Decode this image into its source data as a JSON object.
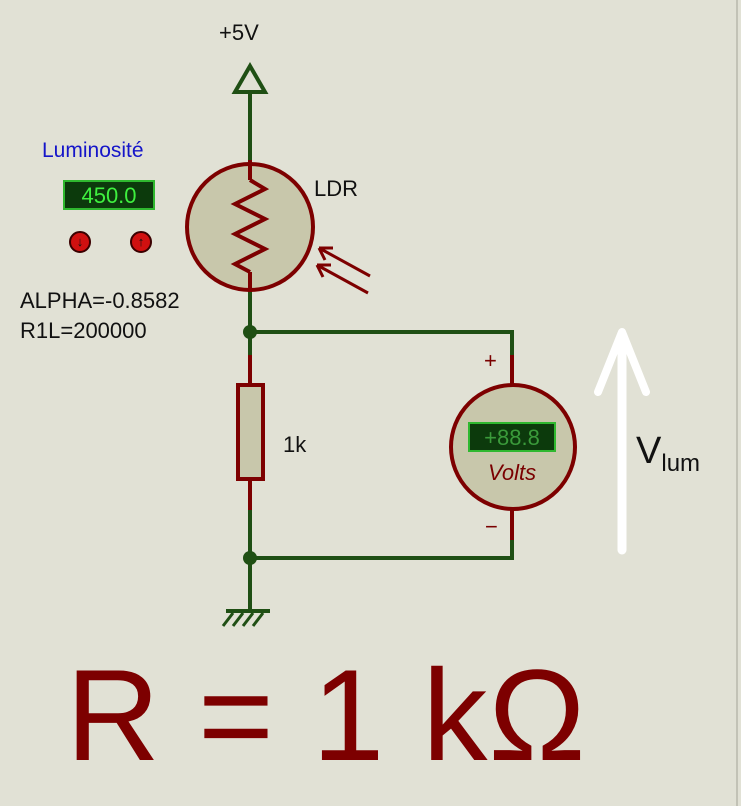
{
  "supply": {
    "label": "+5V"
  },
  "luminosity": {
    "title": "Luminosité",
    "value": "450.0",
    "down_icon": "arrow-down-icon",
    "up_icon": "arrow-up-icon"
  },
  "ldr": {
    "label": "LDR",
    "alpha": "ALPHA=-0.8582",
    "r1l": "R1L=200000"
  },
  "resistor": {
    "label": "1k"
  },
  "voltmeter": {
    "reading": "+88.8",
    "unit": "Volts",
    "plus": "+",
    "minus": "−"
  },
  "vlum": {
    "main": "V",
    "sub": "lum"
  },
  "formula": "R = 1 kΩ",
  "colors": {
    "background": "#e1e1d5",
    "wire": "#1f4f14",
    "component": "#7d0000",
    "component_fill": "#c8c7ab",
    "display_bg": "#0c3a0c",
    "display_text": "#3ff03f",
    "title_blue": "#1515c9"
  }
}
